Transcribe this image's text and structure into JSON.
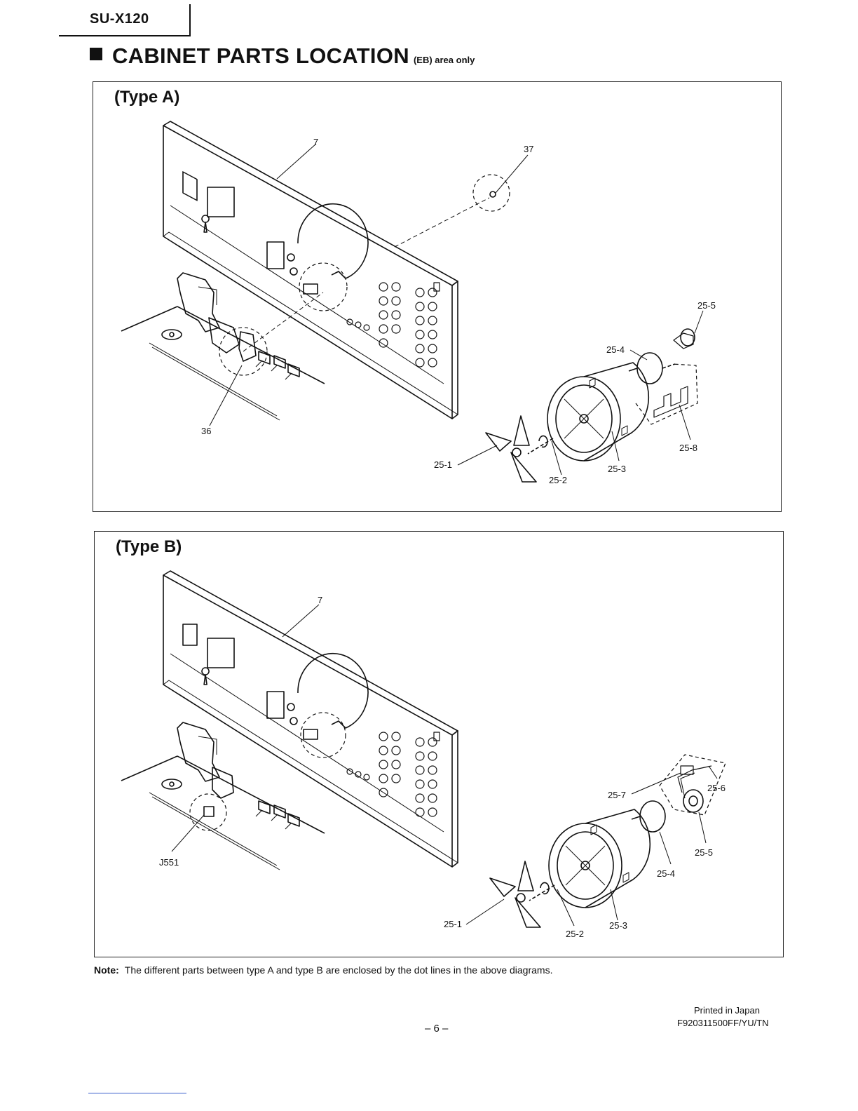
{
  "header": {
    "model": "SU-X120",
    "title": "CABINET PARTS LOCATION",
    "title_suffix": "(EB) area only"
  },
  "diagrams": [
    {
      "title": "(Type A)",
      "labels": [
        "7",
        "37",
        "36",
        "25-5",
        "25-4",
        "25-8",
        "25-1",
        "25-2",
        "25-3"
      ]
    },
    {
      "title": "(Type B)",
      "labels": [
        "7",
        "J551",
        "25-7",
        "25-6",
        "25-5",
        "25-4",
        "25-1",
        "25-2",
        "25-3"
      ]
    }
  ],
  "note": {
    "label": "Note:",
    "text": "The different parts between type A and type B are enclosed by the dot lines in the above diagrams."
  },
  "footer": {
    "page": "– 6 –",
    "printed": "Printed in Japan",
    "doc_number": "F920311500FF/YU/TN"
  }
}
